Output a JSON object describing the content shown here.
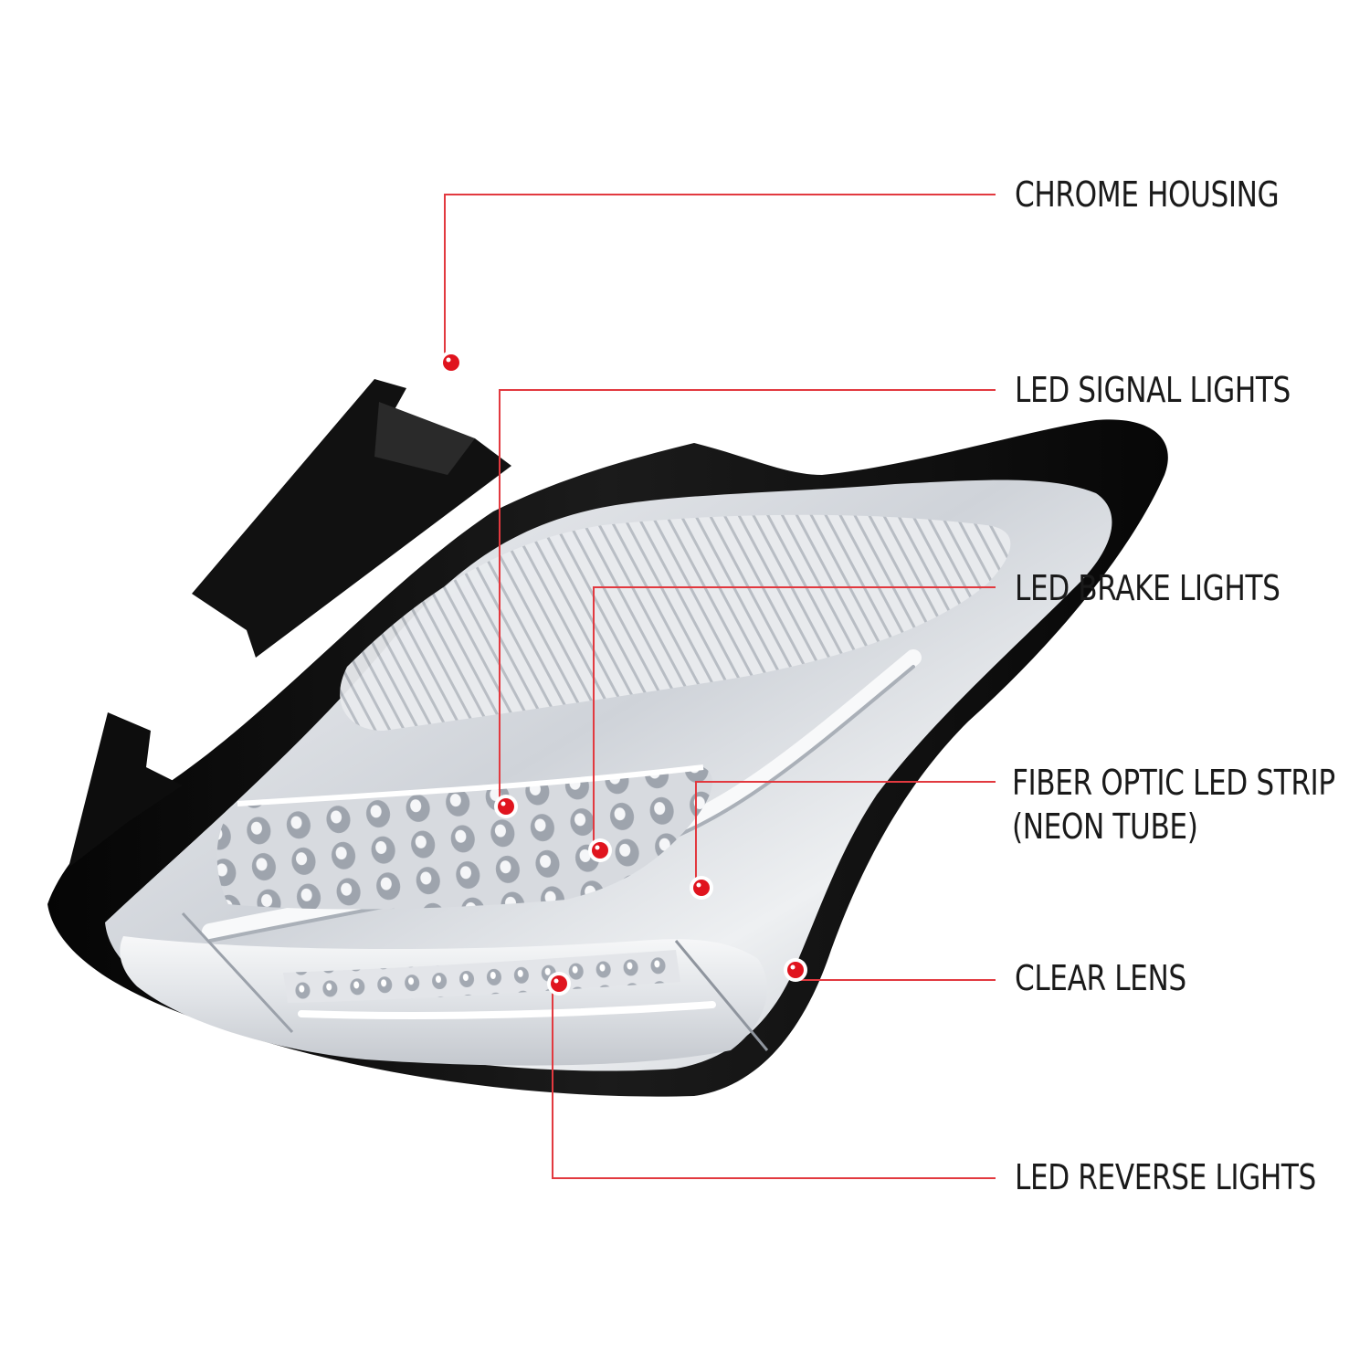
{
  "colors": {
    "callout_line": "#e2393f",
    "callout_dot": "#e0141e",
    "housing": "#0c0c0c",
    "chrome": "#d6d9de",
    "label_text": "#1a1a1a"
  },
  "callouts": [
    {
      "id": "chrome-housing",
      "lines": [
        "CHROME HOUSING"
      ]
    },
    {
      "id": "led-signal-lights",
      "lines": [
        "LED SIGNAL LIGHTS"
      ]
    },
    {
      "id": "led-brake-lights",
      "lines": [
        "LED BRAKE LIGHTS"
      ]
    },
    {
      "id": "fiber-optic-led-strip",
      "lines": [
        "FIBER OPTIC LED STRIP",
        "(NEON TUBE)"
      ]
    },
    {
      "id": "clear-lens",
      "lines": [
        "CLEAR LENS"
      ]
    },
    {
      "id": "led-reverse-lights",
      "lines": [
        "LED REVERSE LIGHTS"
      ]
    }
  ]
}
